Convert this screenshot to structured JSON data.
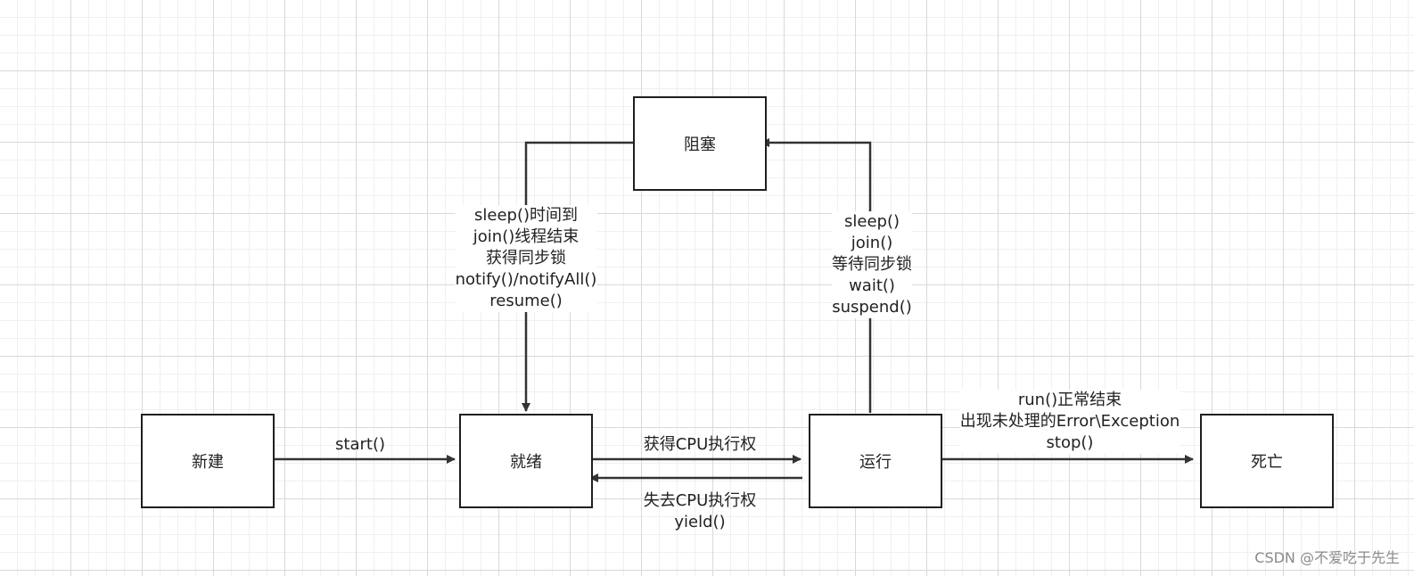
{
  "states": {
    "new": "新建",
    "ready": "就绪",
    "running": "运行",
    "blocked": "阻塞",
    "dead": "死亡"
  },
  "transitions": {
    "new_to_ready": [
      "start()"
    ],
    "ready_to_running": [
      "获得CPU执行权"
    ],
    "running_to_ready": [
      "失去CPU执行权",
      "yield()"
    ],
    "running_to_blocked": [
      "sleep()",
      "join()",
      "等待同步锁",
      "wait()",
      "suspend()"
    ],
    "blocked_to_ready": [
      "sleep()时间到",
      "join()线程结束",
      "获得同步锁",
      "notify()/notifyAll()",
      "resume()"
    ],
    "running_to_dead": [
      "run()正常结束",
      "出现未处理的Error\\Exception",
      "stop()"
    ]
  },
  "watermark": "CSDN @不爱吃于先生",
  "colors": {
    "line": "#333333",
    "box_border": "#1f1f1f",
    "grid_major": "#d9d9d9",
    "grid_minor": "#f0f0f0"
  }
}
